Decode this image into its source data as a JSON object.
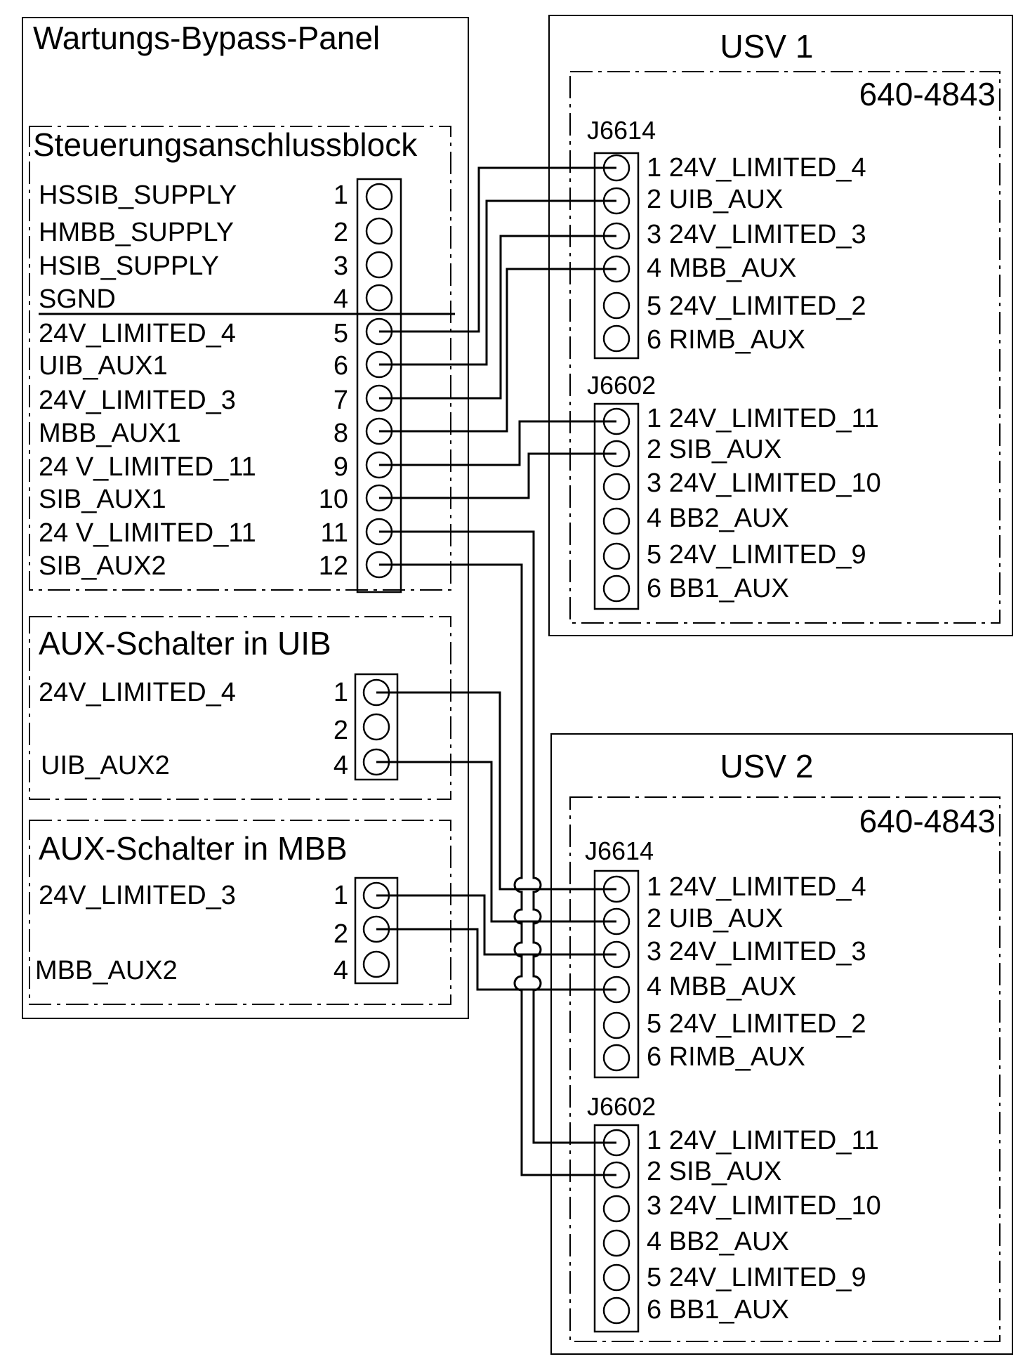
{
  "panel": {
    "title": "Wartungs-Bypass-Panel",
    "block": {
      "title": "Steuerungsanschlussblock",
      "rows": [
        {
          "label": "HSSIB_SUPPLY",
          "num": "1"
        },
        {
          "label": "HMBB_SUPPLY",
          "num": "2"
        },
        {
          "label": "HSIB_SUPPLY",
          "num": "3"
        },
        {
          "label": "SGND",
          "num": "4"
        },
        {
          "label": "24V_LIMITED_4",
          "num": "5"
        },
        {
          "label": "UIB_AUX1",
          "num": "6"
        },
        {
          "label": "24V_LIMITED_3",
          "num": "7"
        },
        {
          "label": "MBB_AUX1",
          "num": "8"
        },
        {
          "label": "24 V_LIMITED_11",
          "num": "9"
        },
        {
          "label": "SIB_AUX1",
          "num": "10"
        },
        {
          "label": "24 V_LIMITED_11",
          "num": "11"
        },
        {
          "label": "SIB_AUX2",
          "num": "12"
        }
      ]
    },
    "aux_uib": {
      "title": "AUX-Schalter in UIB",
      "rows": [
        {
          "label": "24V_LIMITED_4",
          "num": "1"
        },
        {
          "label": "",
          "num": "2"
        },
        {
          "label": "UIB_AUX2",
          "num": "4"
        }
      ]
    },
    "aux_mbb": {
      "title": "AUX-Schalter in MBB",
      "rows": [
        {
          "label": "24V_LIMITED_3",
          "num": "1"
        },
        {
          "label": "",
          "num": "2"
        },
        {
          "label": "MBB_AUX2",
          "num": "4"
        }
      ]
    }
  },
  "usv1": {
    "title": "USV 1",
    "part": "640-4843",
    "connectors": [
      {
        "name": "J6614",
        "pins": [
          "1 24V_LIMITED_4",
          "2 UIB_AUX",
          "3 24V_LIMITED_3",
          "4 MBB_AUX",
          "5 24V_LIMITED_2",
          "6 RIMB_AUX"
        ]
      },
      {
        "name": "J6602",
        "pins": [
          "1 24V_LIMITED_11",
          "2 SIB_AUX",
          "3 24V_LIMITED_10",
          "4 BB2_AUX",
          "5 24V_LIMITED_9",
          "6 BB1_AUX"
        ]
      }
    ]
  },
  "usv2": {
    "title": "USV 2",
    "part": "640-4843",
    "connectors": [
      {
        "name": "J6614",
        "pins": [
          "1 24V_LIMITED_4",
          "2 UIB_AUX",
          "3 24V_LIMITED_3",
          "4 MBB_AUX",
          "5 24V_LIMITED_2",
          "6 RIMB_AUX"
        ]
      },
      {
        "name": "J6602",
        "pins": [
          "1 24V_LIMITED_11",
          "2 SIB_AUX",
          "3 24V_LIMITED_10",
          "4 BB2_AUX",
          "5 24V_LIMITED_9",
          "6 BB1_AUX"
        ]
      }
    ]
  }
}
